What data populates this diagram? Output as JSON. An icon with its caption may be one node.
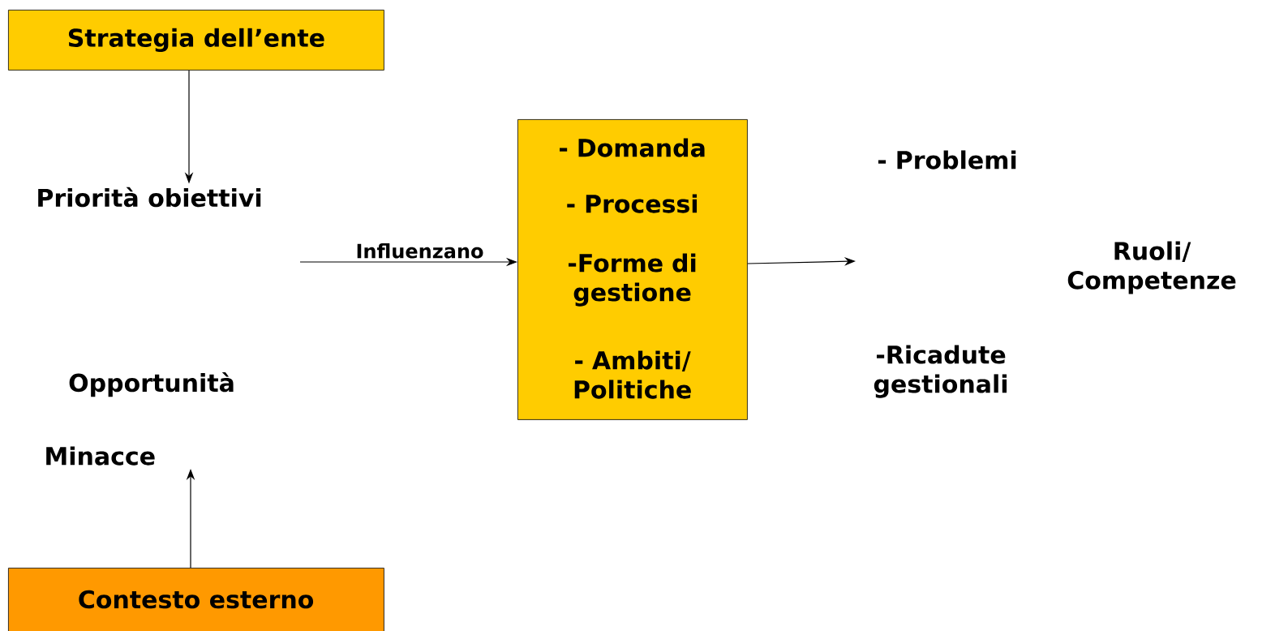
{
  "diagram": {
    "nodes": [
      {
        "text": [
          "Strategia dell’ente"
        ]
      },
      {
        "text": [
          "Priorità obiettivi"
        ]
      },
      {
        "text": [
          "- Domanda",
          "- Processi",
          "-Forme di gestione",
          "- Ambiti/ Politiche"
        ]
      },
      {
        "text": [
          "Minacce"
        ]
      },
      {
        "text": [
          "Contesto esterno"
        ]
      }
    ],
    "edges": [
      {
        "from": 0,
        "to": 1,
        "arrow": "to"
      },
      {
        "from": null,
        "to": 2,
        "arrow": "to",
        "label": "Influenzano"
      },
      {
        "from": 2,
        "to": null,
        "arrow": "to"
      },
      {
        "from": 4,
        "to": 3,
        "arrow": "to"
      }
    ],
    "labels": [
      "- Problemi",
      "Ruoli/ Competenze",
      "Opportunità",
      "-Ricadute gestionali"
    ]
  }
}
